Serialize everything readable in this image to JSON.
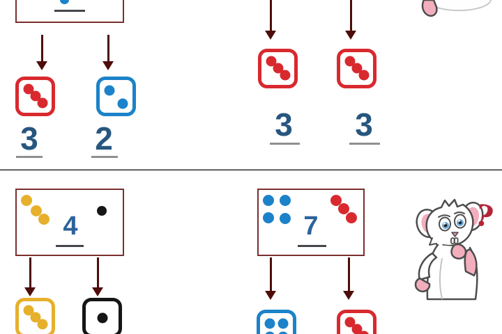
{
  "colors": {
    "arrow": "#4e0d0a",
    "box_border": "#7a2e2e",
    "divider": "#6e6e6e",
    "digit": "#27567f",
    "sum_digit": "#2d639c",
    "ans_underline": "#8f8f8f",
    "box_underline": "#43464d",
    "die_blue": "#1c82c9",
    "qmark": "#b52537"
  },
  "pip_layouts": {
    "1": [
      [
        50,
        50
      ]
    ],
    "2": [
      [
        29,
        31
      ],
      [
        71,
        72
      ]
    ],
    "3": [
      [
        30,
        28
      ],
      [
        51,
        49
      ],
      [
        72,
        71
      ]
    ],
    "4": [
      [
        29,
        31
      ],
      [
        71,
        31
      ],
      [
        29,
        72
      ],
      [
        71,
        72
      ]
    ]
  },
  "exercises": {
    "top_left": {
      "sum_visible": "partial",
      "parts": [
        {
          "die": "red",
          "color": "#d8292f",
          "value": 3,
          "answer": "3"
        },
        {
          "die": "blue",
          "color": "#1c82c9",
          "value": 2,
          "answer": "2"
        }
      ]
    },
    "top_right": {
      "parts": [
        {
          "die": "red",
          "color": "#d8292f",
          "value": 3,
          "answer": "3"
        },
        {
          "die": "red",
          "color": "#d8292f",
          "value": 3,
          "answer": "3"
        }
      ]
    },
    "bottom_left": {
      "sum": "4",
      "box_dots": [
        {
          "color_name": "yellow",
          "count": 3
        },
        {
          "color_name": "black",
          "count": 1
        }
      ],
      "parts": [
        {
          "die": "yellow",
          "color": "#e7b02c",
          "value": 3
        },
        {
          "die": "black",
          "color": "#161616",
          "value": 1
        }
      ]
    },
    "bottom_right": {
      "sum": "7",
      "box_dots": [
        {
          "color_name": "blue",
          "count": 4
        },
        {
          "color_name": "red",
          "count": 3
        }
      ],
      "parts": [
        {
          "die": "blue",
          "color": "#1c82c9",
          "value": 4
        },
        {
          "die": "red",
          "color": "#d8292f",
          "value": 3
        }
      ]
    }
  },
  "box_dot_clusters": [
    {
      "name": "yellow-dot",
      "color": "#e7b02c",
      "r": 8,
      "points": [
        [
          38,
          288
        ],
        [
          52,
          303
        ],
        [
          63,
          315
        ]
      ]
    },
    {
      "name": "black-dot",
      "color": "#161616",
      "r": 7,
      "points": [
        [
          146,
          303
        ]
      ]
    },
    {
      "name": "blue-dot",
      "color": "#1c82c9",
      "r": 8,
      "points": [
        [
          385,
          288
        ],
        [
          409,
          288
        ],
        [
          385,
          313
        ],
        [
          409,
          314
        ]
      ]
    },
    {
      "name": "red-dot",
      "color": "#d8292f",
      "r": 8,
      "points": [
        [
          482,
          288
        ],
        [
          493,
          300
        ],
        [
          504,
          313
        ]
      ]
    }
  ],
  "mascot": {
    "question_mark": "?"
  }
}
